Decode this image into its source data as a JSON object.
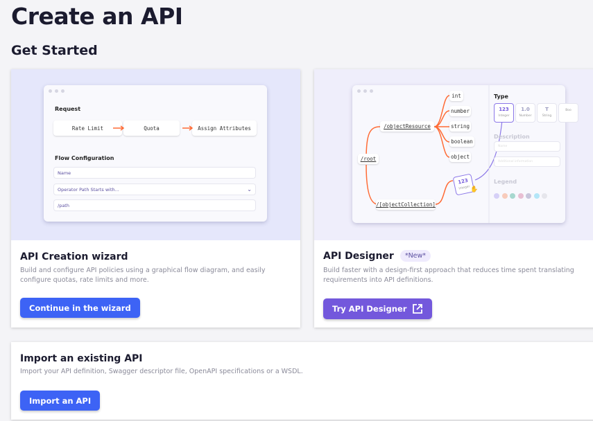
{
  "page": {
    "title": "Create an API",
    "section": "Get Started"
  },
  "wizard": {
    "title": "API Creation wizard",
    "description": "Build and configure API policies using a graphical flow diagram, and easily configure quotas, rate limits and more.",
    "button": "Continue in the wizard",
    "illustration": {
      "request_label": "Request",
      "steps": [
        "Rate Limit",
        "Quota",
        "Assign Attributes"
      ],
      "flow_label": "Flow Configuration",
      "fields": [
        "Name",
        "Operator Path Starts with...",
        "/path"
      ]
    }
  },
  "designer": {
    "title": "API Designer",
    "badge": "*New*",
    "description": "Build faster with a design-first approach that reduces time spent translating requirements into API definitions.",
    "button": "Try API Designer",
    "illustration": {
      "root": "/root",
      "resource": "/objectResource",
      "collection": "/[objectCollection]",
      "types": [
        "int",
        "number",
        "string",
        "boolean",
        "object"
      ],
      "drag_card": {
        "value": "123",
        "label": "Integer"
      },
      "type_label": "Type",
      "type_cards": [
        {
          "value": "123",
          "label": "Integer"
        },
        {
          "value": "1.0",
          "label": "Number"
        },
        {
          "value": "T",
          "label": "String"
        },
        {
          "value": "",
          "label": "Boo"
        }
      ],
      "description_label": "Description",
      "desc_fields": [
        "Name",
        "Additional information"
      ],
      "legend_label": "Legend",
      "legend_colors": [
        "#d6d0f7",
        "#f8cbbb",
        "#a7d8cf",
        "#e8bfd3",
        "#c8c6dc",
        "#b3e6f8",
        "#e6e6ec"
      ]
    }
  },
  "import": {
    "title": "Import an existing API",
    "description": "Import your API definition, Swagger descriptor file, OpenAPI specifications or a WSDL.",
    "button": "Import an API"
  },
  "colors": {
    "primary": "#3d63f5",
    "designer": "#7358dc",
    "flow": "#ff6b35"
  }
}
